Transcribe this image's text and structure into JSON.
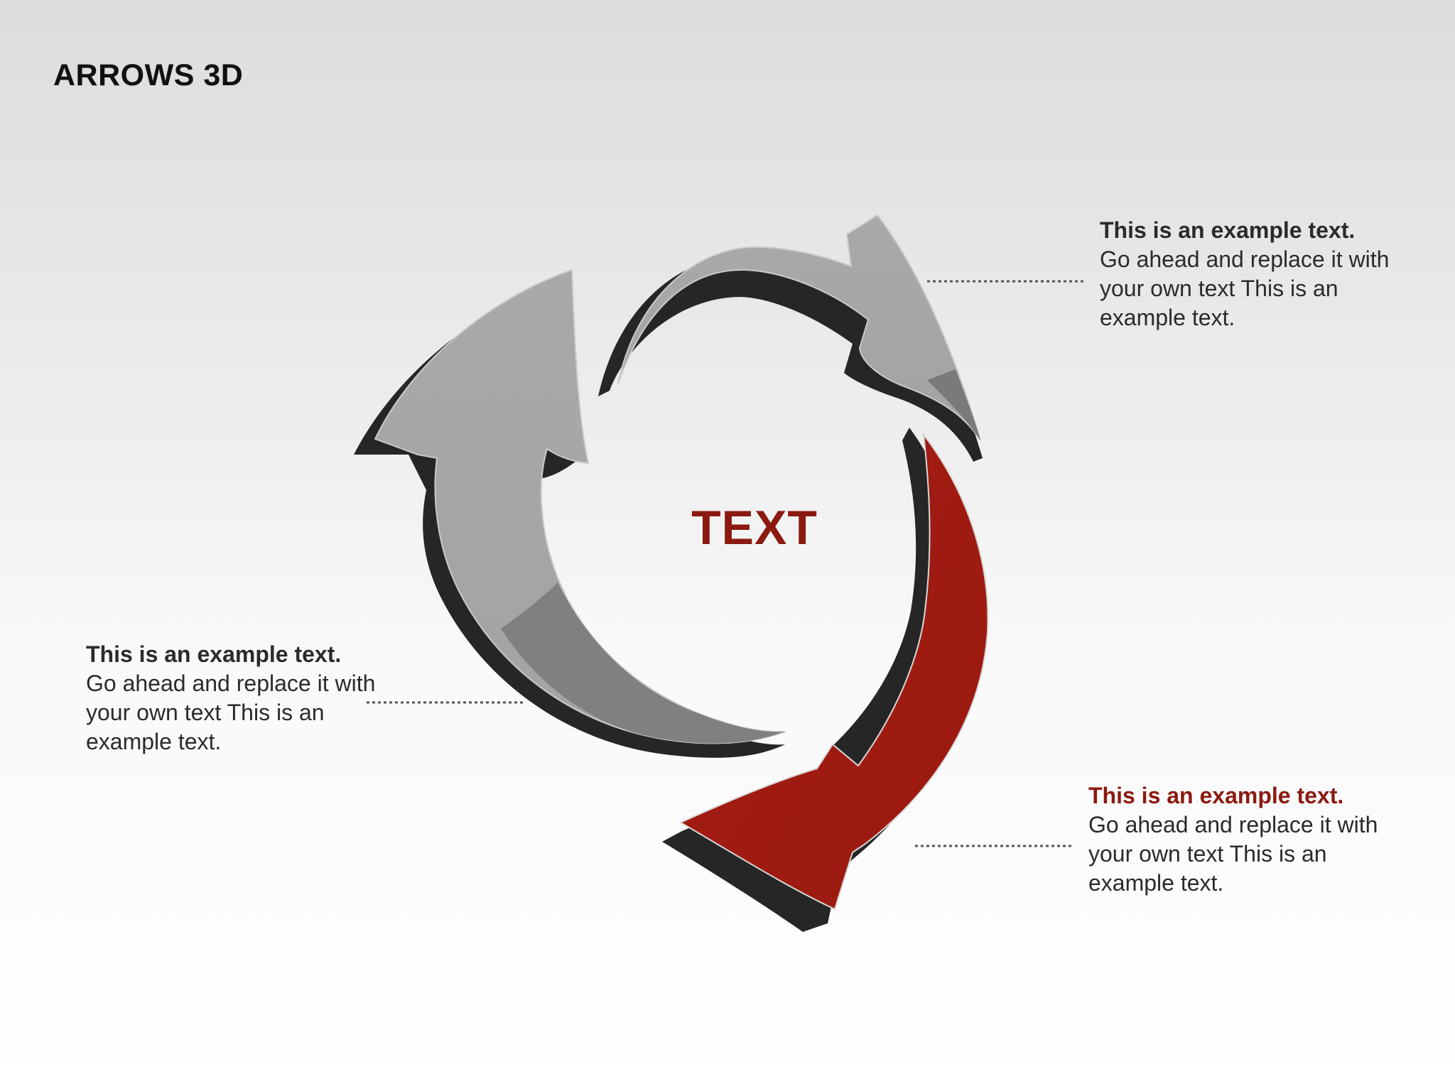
{
  "title": "ARROWS 3D",
  "center_label": "TEXT",
  "callouts": [
    {
      "heading": "This is an example text.",
      "body": "Go ahead and replace it with your own text This is an example text."
    },
    {
      "heading": "This is an example text.",
      "body": "Go ahead and replace it with your own text This is an example text."
    },
    {
      "heading": "This is an example text.",
      "body": "Go ahead and replace it with your own text This is an example text."
    }
  ],
  "colors": {
    "accent": "#9e1b12",
    "arrow_gray": "#a6a6a6",
    "arrow_gray_dark": "#7f7f7f",
    "shadow": "#222222",
    "title": "#111111"
  }
}
